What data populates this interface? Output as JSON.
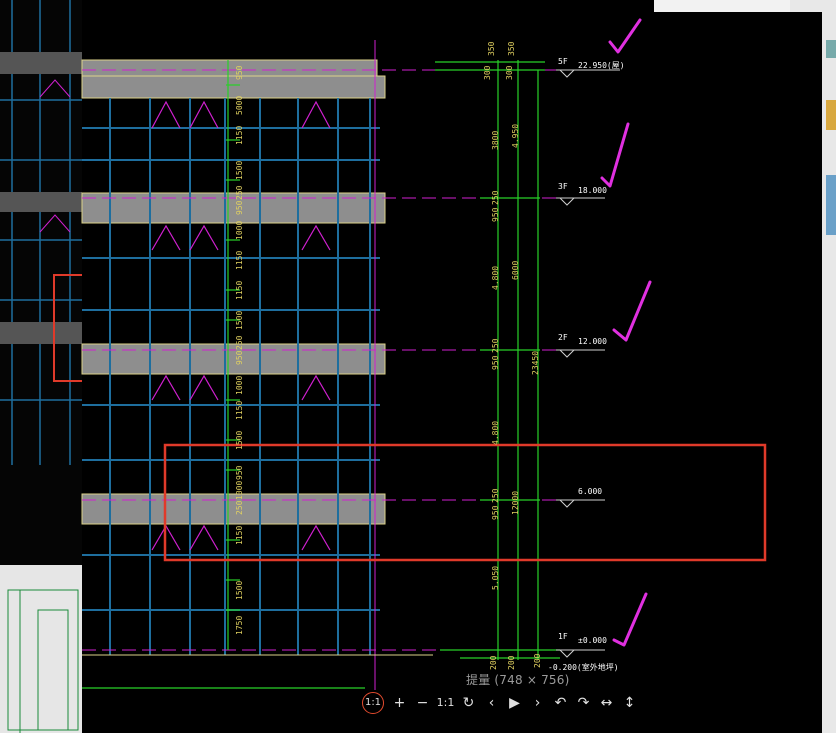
{
  "viewer": {
    "caption": "提量 (748 × 756)",
    "toolbar": {
      "page_badge": "1:1",
      "zoom_in": "+",
      "zoom_out": "−",
      "actual_size": "1:1",
      "rotate": "↻",
      "prev": "‹",
      "play": "▶",
      "next": "›",
      "undo": "↶",
      "redo": "↷",
      "fit_width": "↔",
      "fit_height": "↕"
    }
  },
  "drawing": {
    "levels": [
      {
        "tag": "5F",
        "elev": "22.950(屋)"
      },
      {
        "tag": "3F",
        "elev": "18.000"
      },
      {
        "tag": "2F",
        "elev": "12.000"
      },
      {
        "tag": "",
        "elev": "6.000"
      },
      {
        "tag": "1F",
        "elev": "±0.000"
      },
      {
        "tag": "",
        "elev": "-0.200(室外地坪)"
      }
    ],
    "dims_left": [
      "950",
      "5000",
      "1150",
      "1500",
      "950",
      "250",
      "1000",
      "1150",
      "1150",
      "1500",
      "950",
      "250",
      "1000",
      "1150",
      "1500",
      "950",
      "250",
      "1000",
      "1150",
      "1500",
      "1750"
    ],
    "dims_right": [
      "350",
      "350",
      "300",
      "300",
      "3800",
      "4.950",
      "950",
      "250",
      "4.800",
      "6000",
      "950",
      "250",
      "23450",
      "4.800",
      "12000",
      "950",
      "250",
      "5.050",
      "200",
      "200",
      "200"
    ],
    "colors": {
      "grid": "#1e6e9e",
      "magenta": "#d020d0",
      "green": "#28d028",
      "red": "#e03a2a",
      "slab": "#b0b0b0"
    }
  }
}
